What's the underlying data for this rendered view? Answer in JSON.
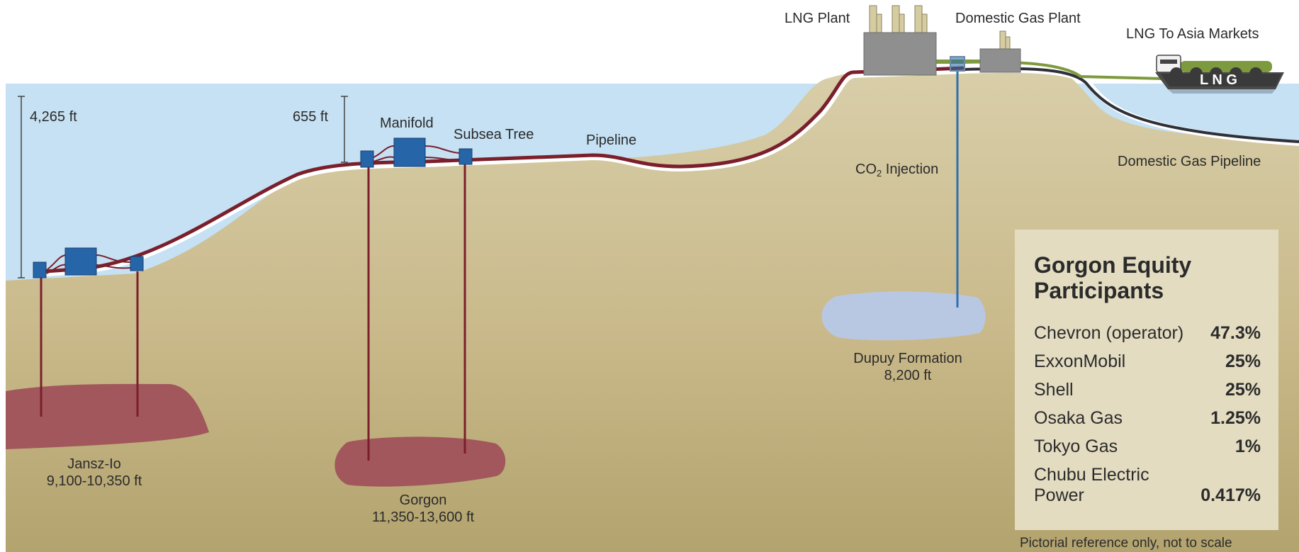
{
  "labels": {
    "depth_left": "4,265 ft",
    "depth_mid": "655 ft",
    "manifold": "Manifold",
    "subsea_tree": "Subsea Tree",
    "pipeline": "Pipeline",
    "lng_plant": "LNG Plant",
    "domestic_gas_plant": "Domestic Gas Plant",
    "lng_to_asia": "LNG To Asia Markets",
    "domestic_gas_pipeline": "Domestic Gas Pipeline",
    "co2_prefix": "CO",
    "co2_sub": "2",
    "co2_suffix": " Injection",
    "ship_text": "L N G"
  },
  "reservoirs": {
    "jansz_name": "Jansz-Io",
    "jansz_depth": "9,100-10,350 ft",
    "gorgon_name": "Gorgon",
    "gorgon_depth": "11,350-13,600 ft",
    "dupuy_name": "Dupuy Formation",
    "dupuy_depth": "8,200 ft"
  },
  "equity": {
    "title": "Gorgon Equity Participants",
    "participants": [
      {
        "name": "Chevron (operator)",
        "share": "47.3%"
      },
      {
        "name": "ExxonMobil",
        "share": "25%"
      },
      {
        "name": "Shell",
        "share": "25%"
      },
      {
        "name": "Osaka Gas",
        "share": "1.25%"
      },
      {
        "name": "Tokyo Gas",
        "share": "1%"
      },
      {
        "name": "Chubu Electric Power",
        "share": "0.417%"
      }
    ]
  },
  "footnote": "Pictorial reference only, not to scale",
  "colors": {
    "sea": "#c5e1f3",
    "ground_light": "#d7cda8",
    "ground_dark": "#b5a46e",
    "reservoir": "#a1575c",
    "pipeline": "#7a1f2b",
    "equipment": "#2565a8",
    "plant": "#8f8f8f",
    "stacks": "#d6cca2",
    "domestic_line": "#7e9a3e",
    "co2_water": "#b9c8e2",
    "panel": "#e3dcc1"
  }
}
